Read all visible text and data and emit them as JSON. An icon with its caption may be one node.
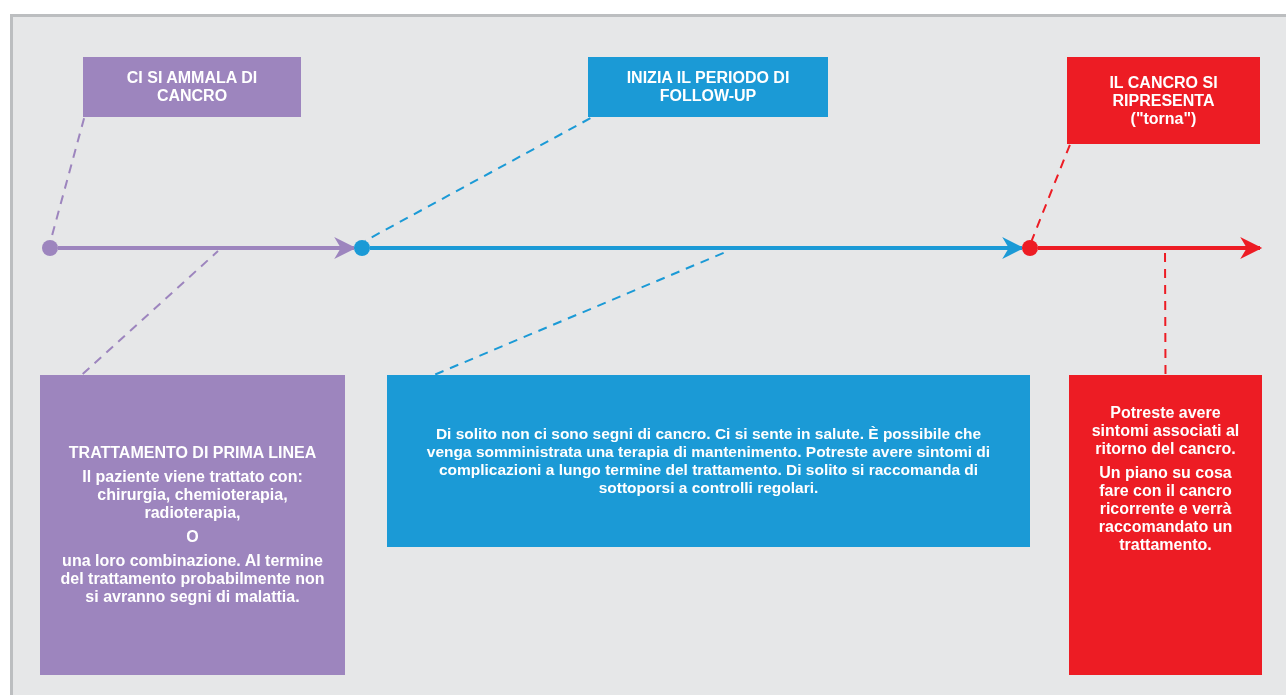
{
  "diagram": {
    "nodes": [
      {
        "text": [
          "CI SI AMMALA DI CANCRO"
        ]
      },
      {
        "text": [
          "INIZIA IL PERIODO DI FOLLOW-UP"
        ]
      },
      {
        "text": [
          "IL CANCRO SI RIPRESENTA (\"torna\")"
        ]
      },
      {
        "text": [],
        "shape": "circle"
      },
      {
        "text": [],
        "shape": "circle"
      },
      {
        "text": [],
        "shape": "circle"
      },
      {
        "text": [
          "TRATTAMENTO DI PRIMA LINEA",
          "Il paziente viene trattato con: chirurgia, chemioterapia, radioterapia,",
          "O",
          "una loro combinazione. Al termine del trattamento probabilmente non si avranno segni di malattia."
        ]
      },
      {
        "text": [
          "Di solito non ci sono segni di cancro. Ci si sente in salute. È possibile che venga somministrata una terapia di mantenimento. Potreste avere sintomi di complicazioni a lungo termine del trattamento. Di solito si raccomanda di sottoporsi a controlli regolari."
        ]
      },
      {
        "text": [
          "Potreste avere sintomi associati al ritorno del cancro.",
          "Un piano su cosa fare con il cancro ricorrente e verrà raccomandato un trattamento."
        ]
      }
    ],
    "edges": [
      {
        "from": 3,
        "to": 4,
        "arrow": "to",
        "style": "thick",
        "color": "#9d85be"
      },
      {
        "from": 4,
        "to": 5,
        "arrow": "to",
        "style": "thick",
        "color": "#1b9ad6"
      },
      {
        "from": 5,
        "to": null,
        "arrow": "to",
        "style": "thick",
        "color": "#ed1c24"
      },
      {
        "from": 0,
        "to": 3,
        "arrow": "none",
        "style": "dashed",
        "color": "#9d85be"
      },
      {
        "from": 1,
        "to": 4,
        "arrow": "none",
        "style": "dashed",
        "color": "#1b9ad6"
      },
      {
        "from": 2,
        "to": 5,
        "arrow": "none",
        "style": "dashed",
        "color": "#ed1c24"
      },
      {
        "from": 6,
        "to": null,
        "arrow": "none",
        "style": "dashed",
        "color": "#9d85be"
      },
      {
        "from": 7,
        "to": null,
        "arrow": "none",
        "style": "dashed",
        "color": "#1b9ad6"
      },
      {
        "from": 8,
        "to": null,
        "arrow": "none",
        "style": "dashed",
        "color": "#ed1c24"
      }
    ]
  }
}
